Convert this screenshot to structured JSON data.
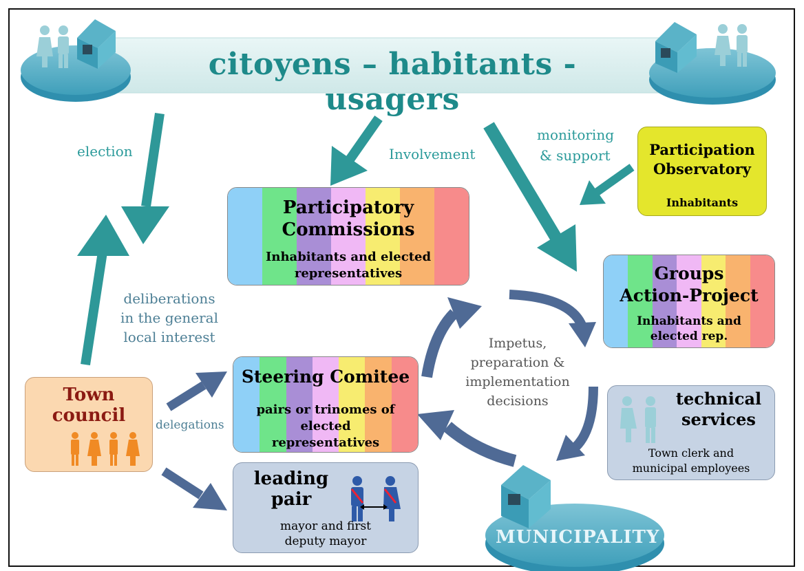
{
  "title": "citoyens – habitants - usagers",
  "labels": {
    "election": "election",
    "involvement": "Involvement",
    "monitoring_1": "monitoring",
    "monitoring_2": "& support",
    "deliberations_1": "deliberations",
    "deliberations_2": "in the general",
    "deliberations_3": "local interest",
    "delegations": "delegations",
    "impetus_1": "Impetus,",
    "impetus_2": "preparation &",
    "impetus_3": "implementation",
    "impetus_4": "decisions"
  },
  "boxes": {
    "participatory_commissions": {
      "title_1": "Participatory",
      "title_2": "Commissions",
      "sub_1": "Inhabitants and elected",
      "sub_2": "representatives"
    },
    "participation_observatory": {
      "title_1": "Participation",
      "title_2": "Observatory",
      "sub": "Inhabitants"
    },
    "groups_action_project": {
      "title_1": "Groups",
      "title_2": "Action-Project",
      "sub_1": "Inhabitants and",
      "sub_2": "elected rep."
    },
    "steering_comitee": {
      "title": "Steering Comitee",
      "sub_1": "pairs or trinomes of",
      "sub_2": "elected",
      "sub_3": "representatives"
    },
    "town_council": {
      "title_1": "Town",
      "title_2": "council"
    },
    "technical_services": {
      "title_1": "technical",
      "title_2": "services",
      "sub_1": "Town clerk and",
      "sub_2": "municipal employees"
    },
    "leading_pair": {
      "title_1": "leading",
      "title_2": "pair",
      "sub_1": "mayor and first",
      "sub_2": "deputy mayor"
    }
  },
  "municipality": "MUNICIPALITY",
  "colors": {
    "teal": "#2a9a9a",
    "arrow_teal": "#2e9898",
    "arrow_slate": "#4f6a95",
    "banner": "#dcefef",
    "observatory": "#e4e62c",
    "town_council": "#fbd8b0",
    "technical": "#c6d3e4",
    "leading_pair": "#c6d3e4",
    "rainbow": [
      "#8fd0f7",
      "#6fe48a",
      "#a98ed6",
      "#f0b8f5",
      "#f7ec70",
      "#f9b36e",
      "#f78b8b"
    ]
  }
}
